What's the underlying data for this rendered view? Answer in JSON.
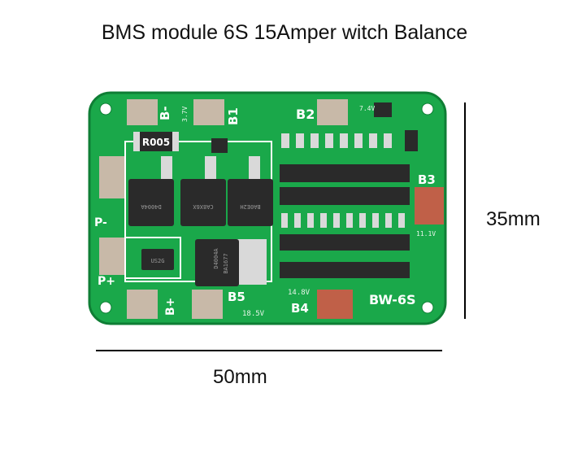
{
  "title": "BMS module 6S 15Amper witch Balance",
  "dimensions": {
    "height_label": "35mm",
    "width_label": "50mm"
  },
  "board": {
    "colors": {
      "pcb": "#1aa84a",
      "pcb_edge": "#0f7e35",
      "pad": "#c8b9a8",
      "pad_red": "#c06048",
      "silkscreen": "#ffffff",
      "ic": "#2a2a2a"
    },
    "labels": {
      "b_minus": "B-",
      "b1": "B1",
      "b2": "B2",
      "b3": "B3",
      "b4": "B4",
      "b5": "B5",
      "b_plus": "B+",
      "p_minus": "P-",
      "p_plus": "P+",
      "model": "BW-6S",
      "v_3_7": "3.7V",
      "v_7_4": "7.4V",
      "v_11_1": "11.1V",
      "v_14_8": "14.8V",
      "v_18_5": "18.5V"
    },
    "chips": {
      "resistor": "R005",
      "diode": "US2G",
      "mosfet_1": "D4004A",
      "mosfet_2": "CA8X6X",
      "mosfet_3": "BA0E2H",
      "mosfet_4": "D4004A",
      "mosfet_4_sub": "BA1677"
    }
  }
}
